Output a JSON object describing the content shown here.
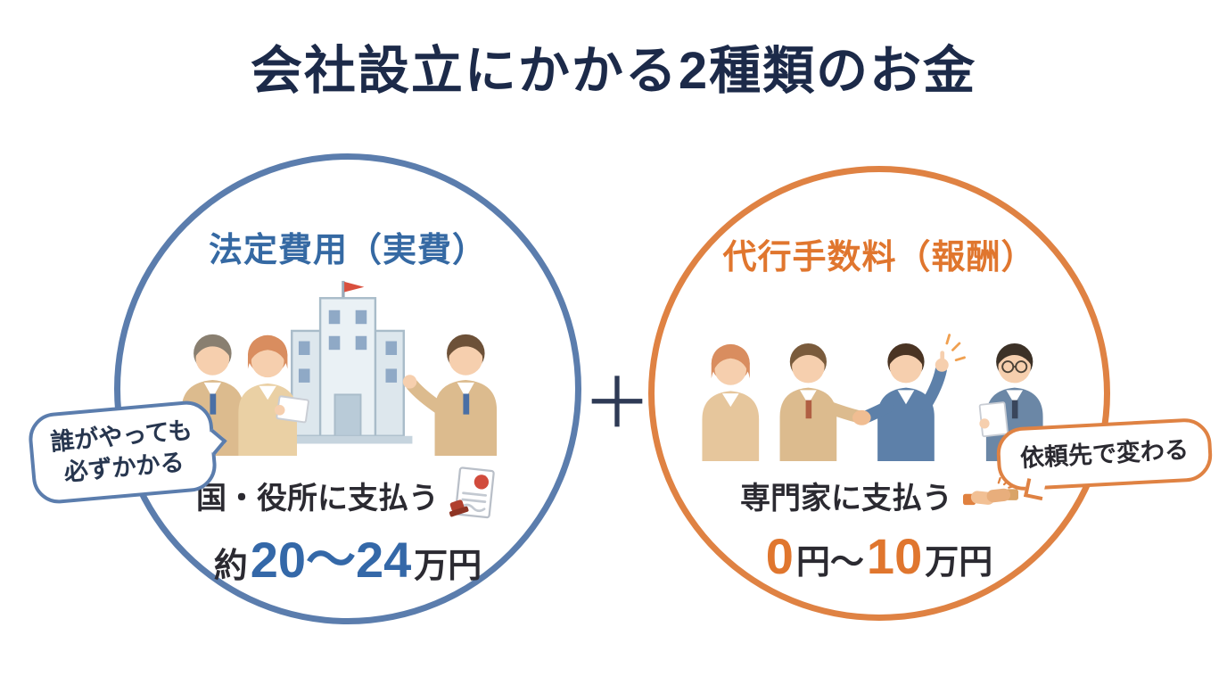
{
  "title": "会社設立にかかる2種類のお金",
  "plus_sign": "＋",
  "colors": {
    "title_text": "#1c2a49",
    "left_accent": "#5b7dad",
    "left_heading": "#3569a3",
    "left_amount": "#3468a8",
    "right_accent": "#df8243",
    "right_heading": "#e0762e",
    "right_amount": "#e0762e",
    "body_text": "#2b2a31"
  },
  "left_circle": {
    "heading": "法定費用（実費）",
    "bubble_line1": "誰がやっても",
    "bubble_line2": "必ずかかる",
    "payee": "国・役所に支払う",
    "amount_prefix": "約",
    "amount_value": "20〜24",
    "amount_unit": "万円",
    "illustration": "people-with-government-building",
    "payee_icon": "document-stamp-icon"
  },
  "right_circle": {
    "heading": "代行手数料（報酬）",
    "bubble_text": "依頼先で変わる",
    "payee": "専門家に支払う",
    "amount_value_low": "0",
    "amount_unit_low": "円〜",
    "amount_value_high": "10",
    "amount_unit_high": "万円",
    "illustration": "professionals-handshake",
    "payee_icon": "handshake-icon"
  }
}
